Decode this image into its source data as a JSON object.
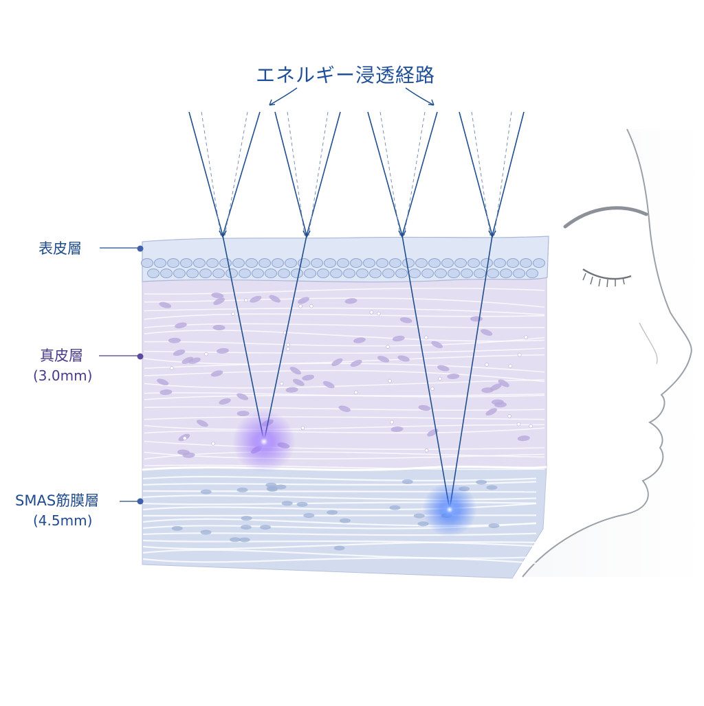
{
  "title": "エネルギー浸透経路",
  "layers": {
    "epidermis": {
      "label": "表皮層"
    },
    "dermis": {
      "label": "真皮層",
      "depth": "(3.0mm)"
    },
    "smas": {
      "label": "SMAS筋膜層",
      "depth": "(4.5mm)"
    }
  },
  "colors": {
    "title": "#1f4f9a",
    "beam": "#1f4e8c",
    "epidermis": "#dfe6f6",
    "cells": "#bfd0ee",
    "dermis": "#e4def2",
    "smas": "#d3dcef",
    "focus_dermis": "#7a4bff",
    "focus_smas": "#2f6bff",
    "face_line": "#9aa0a8"
  }
}
